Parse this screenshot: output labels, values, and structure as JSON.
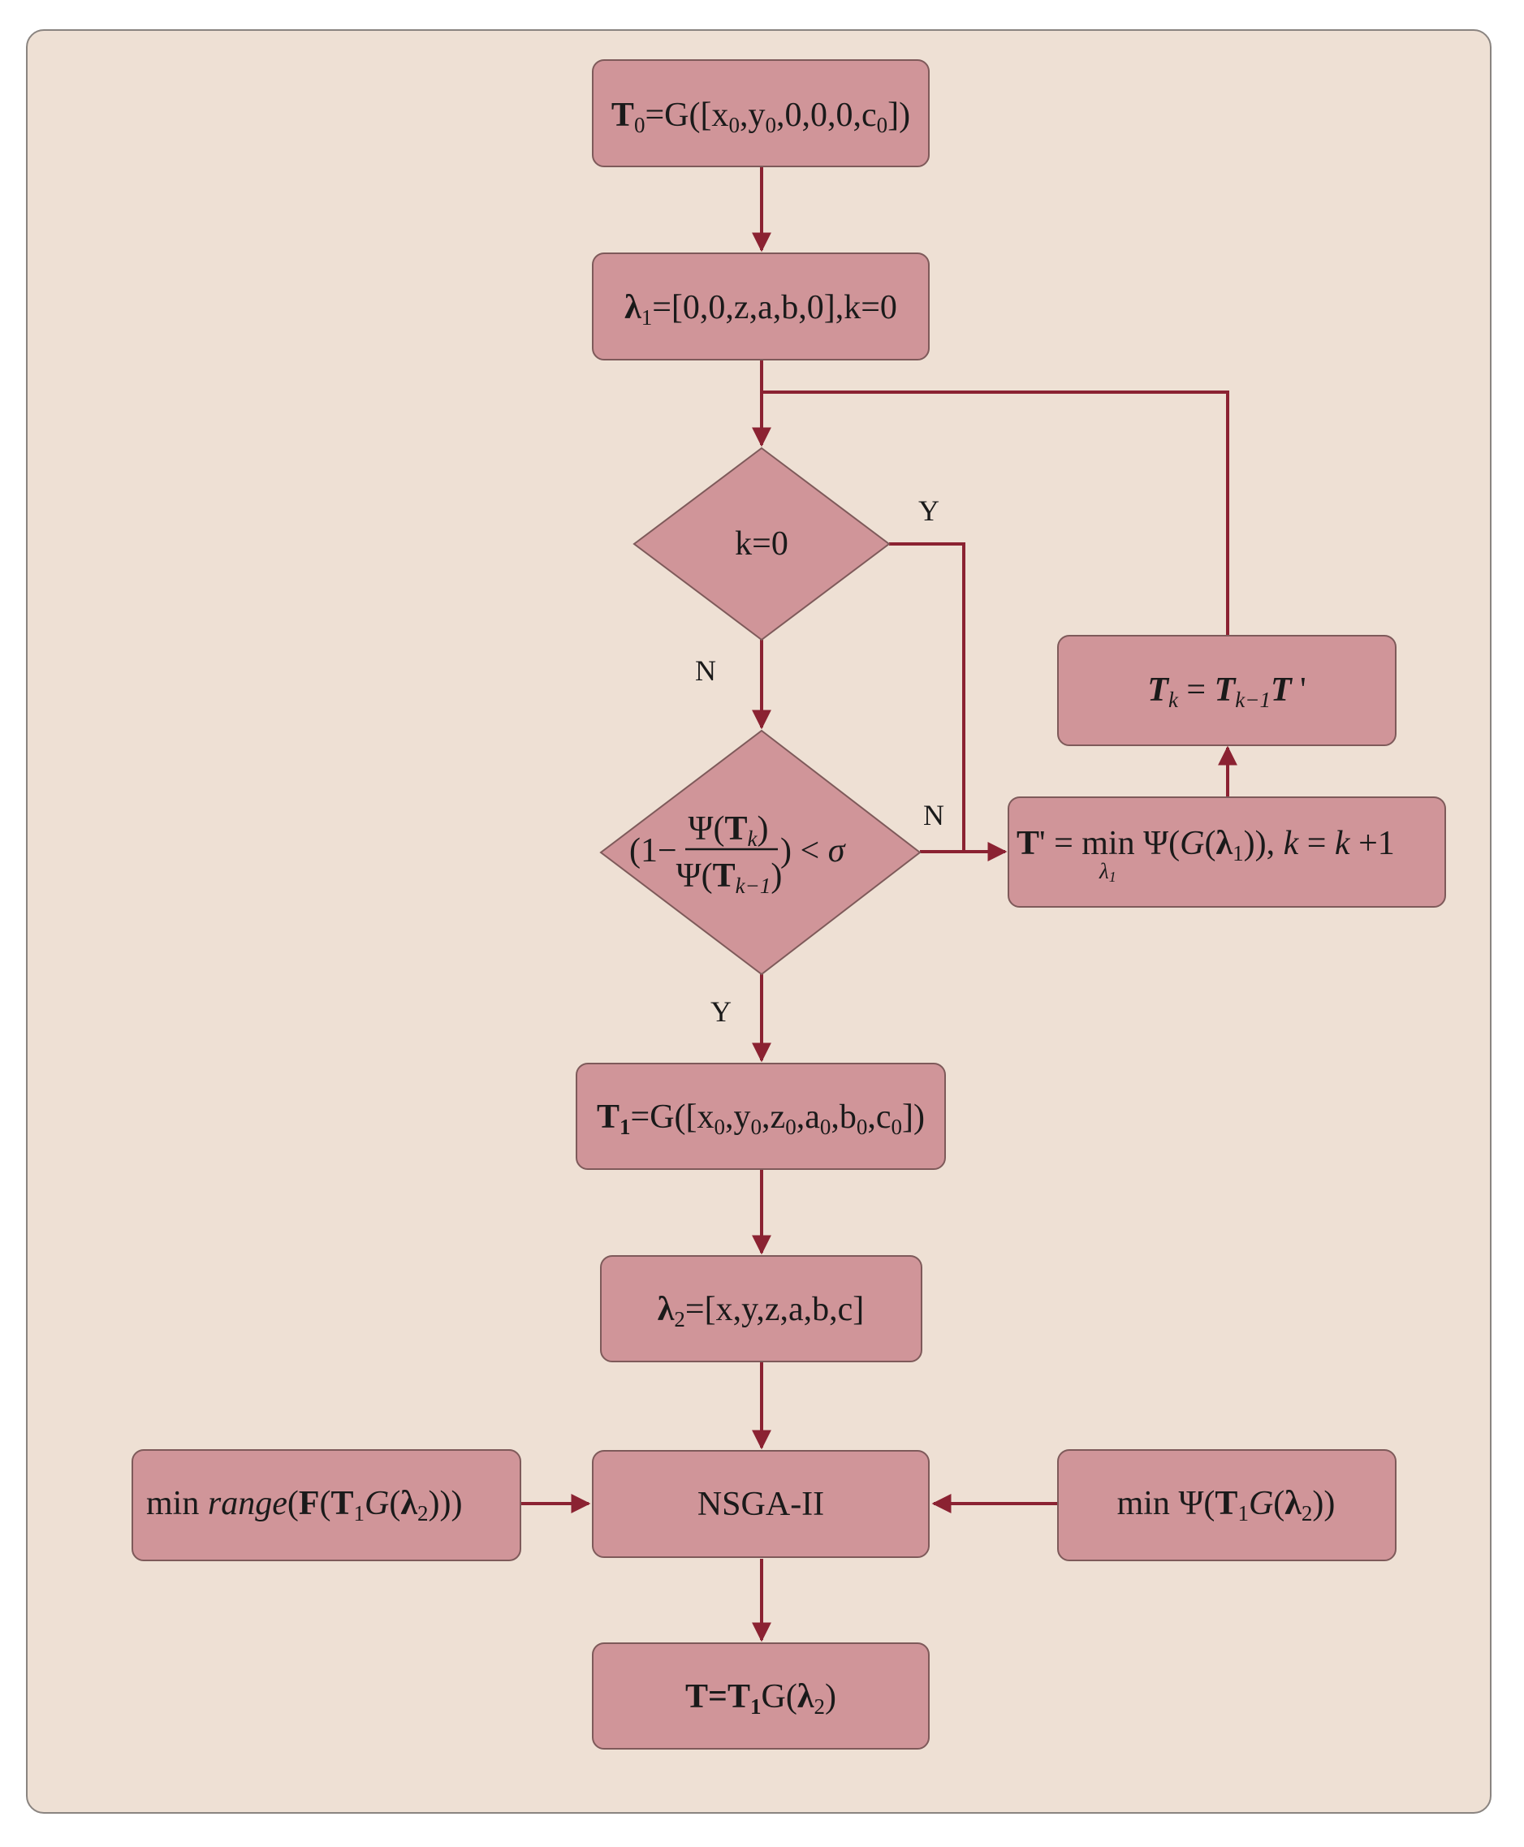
{
  "nodes": {
    "t0": {
      "t": "T",
      "s0": "0",
      "e1": "=G([x",
      "s1": "0",
      "e2": ",y",
      "s2": "0",
      "e3": ",0,0,0,c",
      "s3": "0",
      "e4": "])"
    },
    "lambda1": {
      "sym": "λ",
      "s": "1",
      "e": "=[0,0,z,a,b,0],k=0"
    },
    "k_check": {
      "label": "k=0"
    },
    "conv_check": {
      "pre": "(1−",
      "num_a": "Ψ(",
      "num_t": "T",
      "num_s": "k",
      "num_b": ")",
      "den_a": "Ψ(",
      "den_t": "T",
      "den_s": "k−1",
      "den_b": ")",
      "post": ") < ",
      "sigma": "σ"
    },
    "tk_update": {
      "t1": "T",
      "s1": "k",
      "eq": " = ",
      "t2": "T",
      "s2": "k−1",
      "t3": "T",
      "prime": " '"
    },
    "t_prime": {
      "t": "T",
      "prime": "' = ",
      "min": "min",
      "min_sub": "λ",
      "min_sub2": "1",
      "f": " Ψ(",
      "g": "G",
      "lp": "(",
      "lam": "λ",
      "lam_s": "1",
      "rest1": ")), ",
      "k1": "k",
      "eq": " = ",
      "k2": "k",
      "rest2": " +1"
    },
    "t1": {
      "t": "T",
      "s0": "1",
      "e1": "=G([x",
      "s1": "0",
      "e2": ",y",
      "s2": "0",
      "e3": ",z",
      "s3": "0",
      "e4": ",a",
      "s4": "0",
      "e5": ",b",
      "s5": "0",
      "e6": ",c",
      "s6": "0",
      "e7": "])"
    },
    "lambda2": {
      "sym": "λ",
      "s": "2",
      "e": "=[x,y,z,a,b,c]"
    },
    "nsga": {
      "label": "NSGA-II"
    },
    "min_range": {
      "min": "min ",
      "range": "range",
      "p1": "(",
      "F": "F",
      "p2": "(",
      "T": "T",
      "Ts": "1",
      "G": "G",
      "p3": "(",
      "lam": "λ",
      "lam_s": "2",
      "end": ")))"
    },
    "min_psi": {
      "min": "min ",
      "psi": "Ψ(",
      "T": "T",
      "Ts": "1",
      "G": "G",
      "p": "(",
      "lam": "λ",
      "lam_s": "2",
      "end": "))"
    },
    "result": {
      "t": "T=T",
      "s": "1",
      "g": "G(",
      "lam": "λ",
      "lam_s": "2",
      "end": ")"
    }
  },
  "branches": {
    "k_yes": "Y",
    "k_no": "N",
    "conv_no": "N",
    "conv_yes": "Y"
  },
  "colors": {
    "background": "#eee0d4",
    "node_fill": "#d09599",
    "node_stroke": "#7e5a5a",
    "edge": "#8b2232"
  }
}
